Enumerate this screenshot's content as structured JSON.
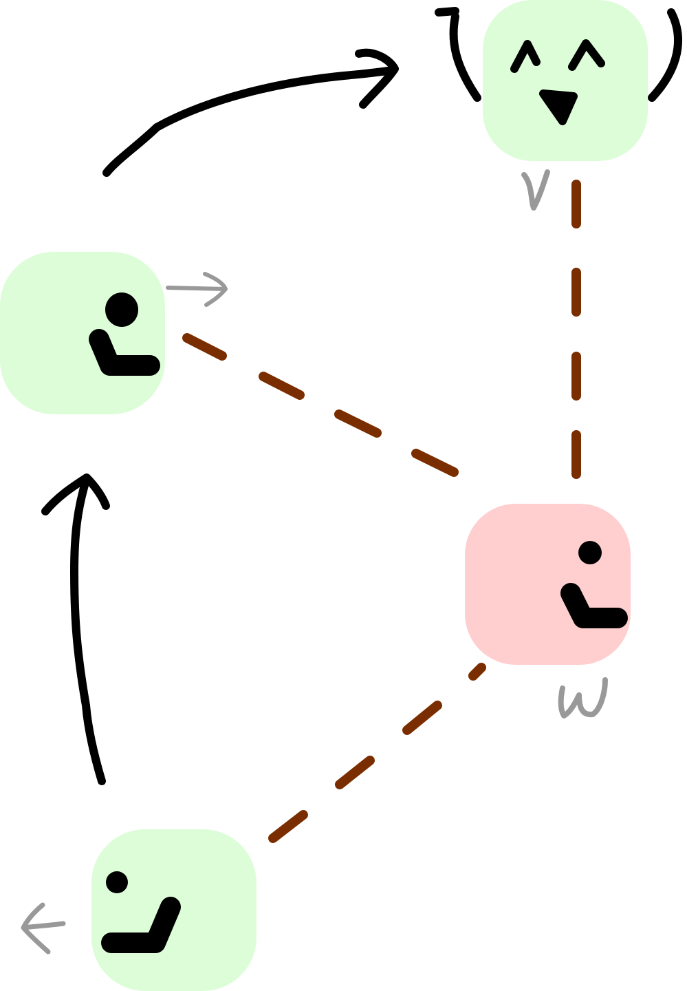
{
  "colors": {
    "happy_node_fill": "#ddfdd8",
    "alert_node_fill": "#ffcfcf",
    "ink": "#000000",
    "label_gray": "#999999",
    "dashed_edge": "#7a2e00"
  },
  "nodes": [
    {
      "id": "top-right",
      "fill": "happy",
      "face": "cheering",
      "label": "v",
      "hint_arrow": ""
    },
    {
      "id": "left",
      "fill": "happy",
      "face": "looking-right",
      "label": "",
      "hint_arrow": "right"
    },
    {
      "id": "right",
      "fill": "alert",
      "face": "looking-right",
      "label": "w",
      "hint_arrow": ""
    },
    {
      "id": "bottom-left",
      "fill": "happy",
      "face": "looking-left",
      "label": "",
      "hint_arrow": "left"
    }
  ],
  "edges": {
    "solid_arrows": [
      {
        "from": "left",
        "to": "top-right"
      },
      {
        "from": "bottom-left",
        "to": "left"
      }
    ],
    "dashed": [
      {
        "from": "top-right",
        "to": "right"
      },
      {
        "from": "left",
        "to": "right"
      },
      {
        "from": "bottom-left",
        "to": "right"
      }
    ]
  }
}
